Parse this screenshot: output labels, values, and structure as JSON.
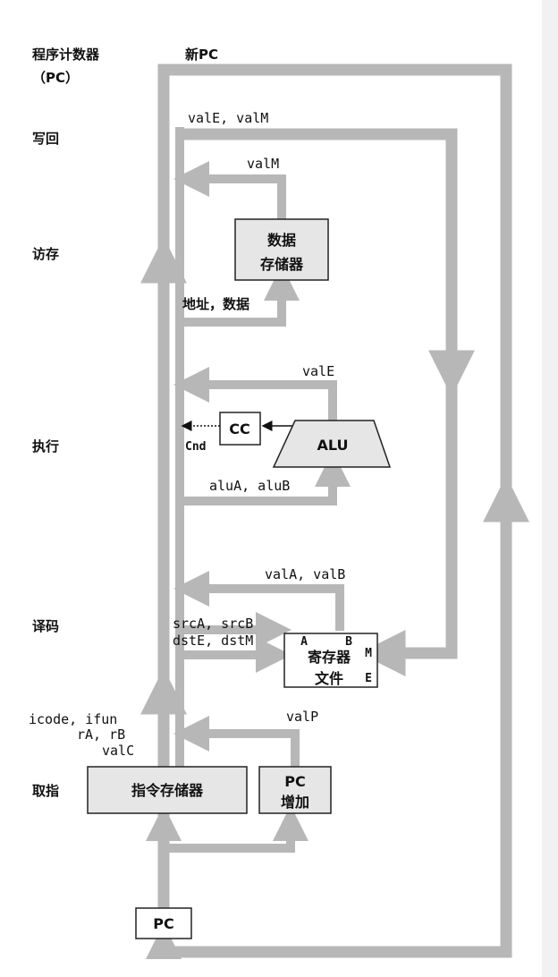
{
  "stages": {
    "pc": "程序计数器",
    "pc_paren": "（PC）",
    "writeback": "写回",
    "memory": "访存",
    "execute": "执行",
    "decode": "译码",
    "fetch": "取指"
  },
  "signals": {
    "new_pc": "新PC",
    "writeback_vals": "valE, valM",
    "valM": "valM",
    "addr_data": "地址，数据",
    "valE": "valE",
    "cnd": "Cnd",
    "alu_ab": "aluA, aluB",
    "valA_valB": "valA, valB",
    "src": "srcA, srcB",
    "dst": "dstE, dstM",
    "icode": "icode, ifun",
    "rA_rB": "rA, rB",
    "valC": "valC",
    "valP": "valP"
  },
  "blocks": {
    "data_memory_1": "数据",
    "data_memory_2": "存储器",
    "cc": "CC",
    "alu": "ALU",
    "regfile_1": "寄存器",
    "regfile_2": "文件",
    "port_A": "A",
    "port_B": "B",
    "port_M": "M",
    "port_E": "E",
    "instr_mem": "指令存储器",
    "pc_inc_1": "PC",
    "pc_inc_2": "增加",
    "pc": "PC"
  },
  "colors": {
    "bus": "#b7b7b7",
    "box_fill": "#e6e6e6",
    "margin": "#f1f1f3"
  }
}
